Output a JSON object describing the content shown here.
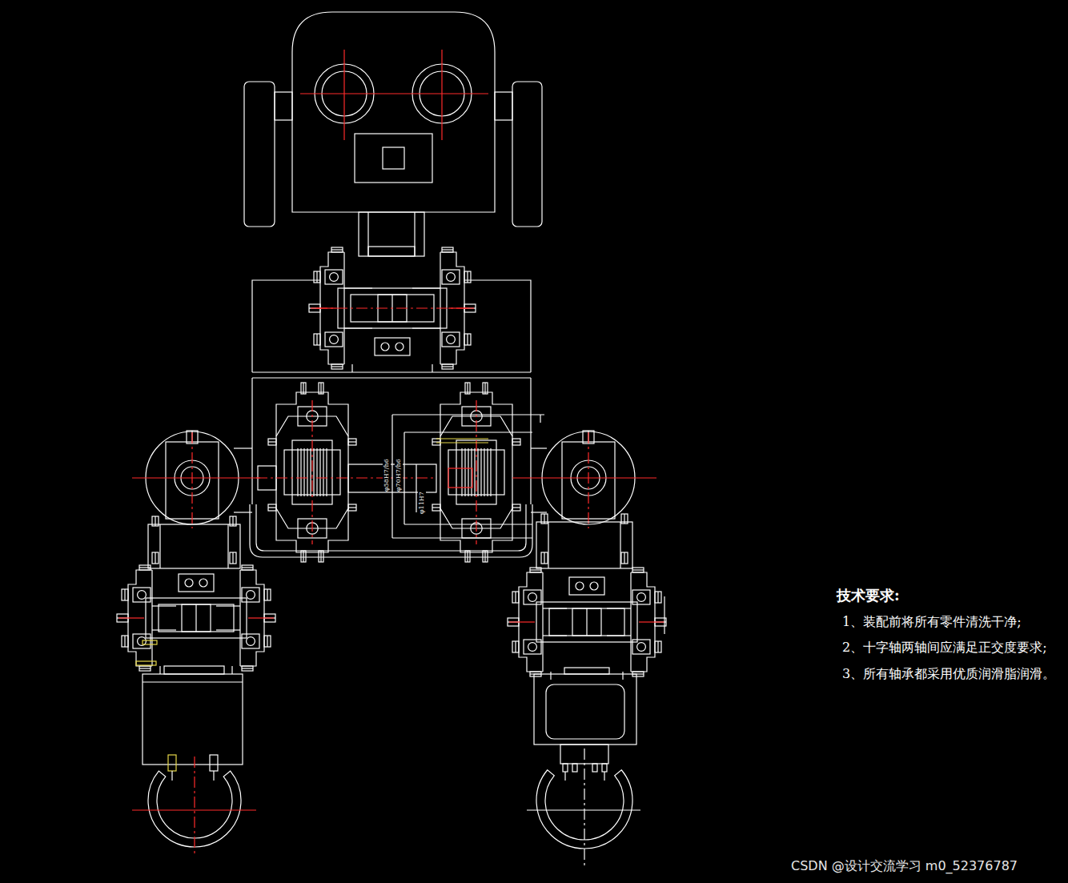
{
  "diagram": {
    "labels": [
      "φ58H7/h6",
      "φ70H7/h6",
      "φ11H7",
      "技术要求:",
      "1、装配前将所有零件清洗干净;",
      "2、十字轴两轴间应满足正交度要求;",
      "3、所有轴承都采用优质润滑脂润滑。",
      "CSDN @设计交流学习 m0_52376787"
    ]
  }
}
